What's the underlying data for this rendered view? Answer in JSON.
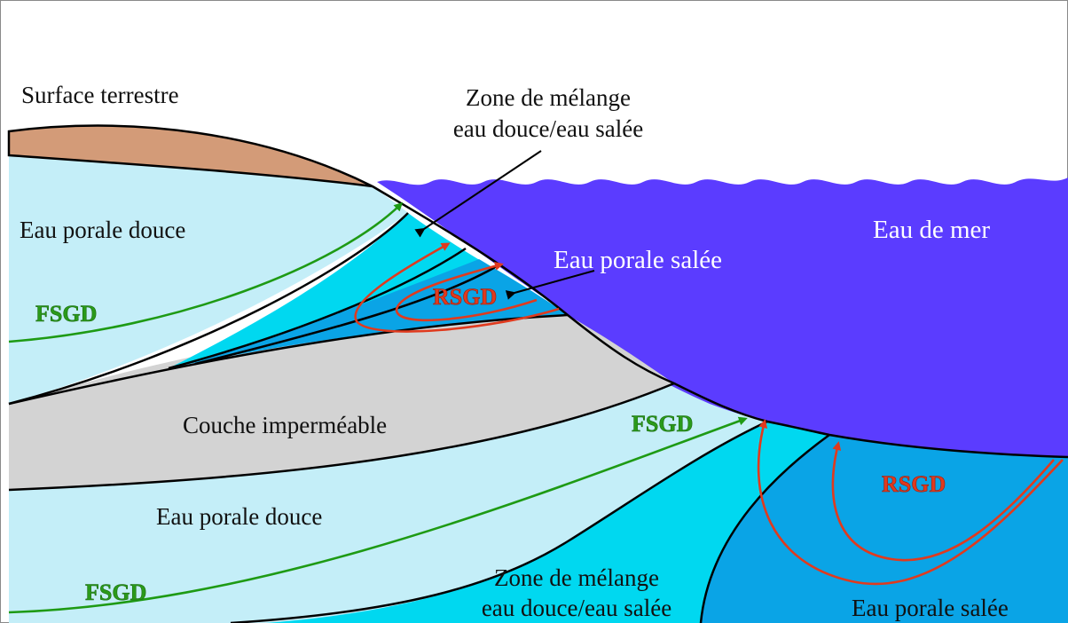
{
  "labels": {
    "land_surface": "Surface terrestre",
    "mixing_zone_top_l1": "Zone de mélange",
    "mixing_zone_top_l2": "eau douce/eau salée",
    "fresh_pore_water_top": "Eau porale douce",
    "sea_water": "Eau de mer",
    "saline_pore_water_top": "Eau porale salée",
    "fsgd_upper": "FSGD",
    "rsgd_upper": "RSGD",
    "impermeable_layer": "Couche imperméable",
    "fsgd_middle": "FSGD",
    "fresh_pore_water_bottom": "Eau porale douce",
    "rsgd_lower": "RSGD",
    "fsgd_lower": "FSGD",
    "mixing_zone_bottom_l1": "Zone de mélange",
    "mixing_zone_bottom_l2": "eau douce/eau salée",
    "saline_pore_water_bottom": "Eau porale salée"
  },
  "colors": {
    "land": "#d39b78",
    "fresh_water": "#c4eef8",
    "mixing_zone": "#00d8f0",
    "saline_pore": "#0aa4e6",
    "sea": "#5b3cff",
    "impermeable": "#d3d3d3",
    "fsgd_arrow": "#1e9a14",
    "rsgd_arrow": "#e03a1e"
  }
}
